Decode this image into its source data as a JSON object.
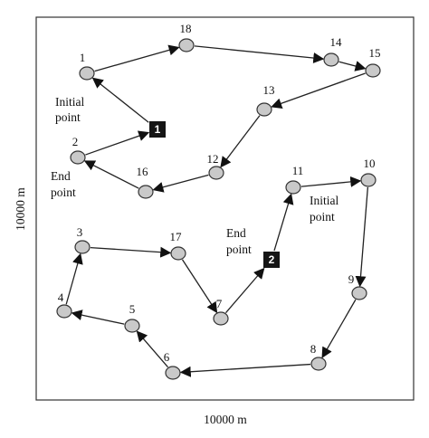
{
  "axes": {
    "x_label": "10000 m",
    "y_label": "10000 m"
  },
  "depots": [
    {
      "id": "1",
      "label": "1"
    },
    {
      "id": "2",
      "label": "2"
    }
  ],
  "nodes": [
    {
      "id": "1",
      "label": "1"
    },
    {
      "id": "2",
      "label": "2"
    },
    {
      "id": "3",
      "label": "3"
    },
    {
      "id": "4",
      "label": "4"
    },
    {
      "id": "5",
      "label": "5"
    },
    {
      "id": "6",
      "label": "6"
    },
    {
      "id": "7",
      "label": "7"
    },
    {
      "id": "8",
      "label": "8"
    },
    {
      "id": "9",
      "label": "9"
    },
    {
      "id": "10",
      "label": "10"
    },
    {
      "id": "11",
      "label": "11"
    },
    {
      "id": "12",
      "label": "12"
    },
    {
      "id": "13",
      "label": "13"
    },
    {
      "id": "14",
      "label": "14"
    },
    {
      "id": "15",
      "label": "15"
    },
    {
      "id": "16",
      "label": "16"
    },
    {
      "id": "17",
      "label": "17"
    },
    {
      "id": "18",
      "label": "18"
    }
  ],
  "annotations": [
    {
      "id": "initial-point-1",
      "lines": [
        "Initial",
        "point"
      ]
    },
    {
      "id": "end-point-1",
      "lines": [
        "End",
        "point"
      ]
    },
    {
      "id": "initial-point-2",
      "lines": [
        "Initial",
        "point"
      ]
    },
    {
      "id": "end-point-2",
      "lines": [
        "End",
        "point"
      ]
    }
  ],
  "routes": [
    {
      "name": "route-1",
      "path": [
        "D1",
        "1",
        "18",
        "14",
        "15",
        "13",
        "12",
        "16",
        "2",
        "D1"
      ]
    },
    {
      "name": "route-2",
      "path": [
        "D2",
        "11",
        "10",
        "9",
        "8",
        "6",
        "5",
        "4",
        "3",
        "17",
        "7",
        "D2"
      ]
    }
  ]
}
